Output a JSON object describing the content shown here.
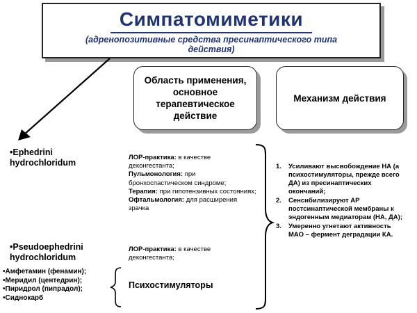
{
  "title": "Симпатомиметики",
  "subtitle": "(адренопозитивные средства пресинаптического типа действия)",
  "header_area": "Область применения, основное терапевтическое действие",
  "header_mechanism": "Механизм действия",
  "drug_ephedrine": "•Ephedrini hydrochloridum",
  "drug_pseudoephedrine": "•Pseudoephedrini hydrochloridum",
  "psychostimulants_list": [
    "•Амфетамин (фенамин);",
    "•Меридил (центедрин);",
    "•Пиридрол (пипрадол);",
    "•Сиднокарб"
  ],
  "applications_ephedrine": [
    {
      "term": "ЛОР-практика:",
      "text": " в качестве деконгестанта;"
    },
    {
      "term": "Пульмонология:",
      "text": " при бронхоспастическом синдроме;"
    },
    {
      "term": "Терапия:",
      "text": " при гипотензивных состояниях;"
    },
    {
      "term": "Офтальмология:",
      "text": " для расширения зрачка"
    }
  ],
  "applications_pseudoephedrine": {
    "term": "ЛОР-практика:",
    "text": " в качестве деконгестанта;"
  },
  "psychostimulants_label": "Психостимуляторы",
  "mechanism": [
    {
      "num": "1.",
      "text": "Усиливают высвобождение НА (а психостимуляторы, прежде всего ДА) из пресинаптических окончаний;"
    },
    {
      "num": "2.",
      "text": "Сенсибилизируют АР постсинаптической мембраны к эндогенным медиаторам (НА, ДА);"
    },
    {
      "num": "3.",
      "text": "Умеренно угнетают активность МАО – фермент деградации КА."
    }
  ]
}
